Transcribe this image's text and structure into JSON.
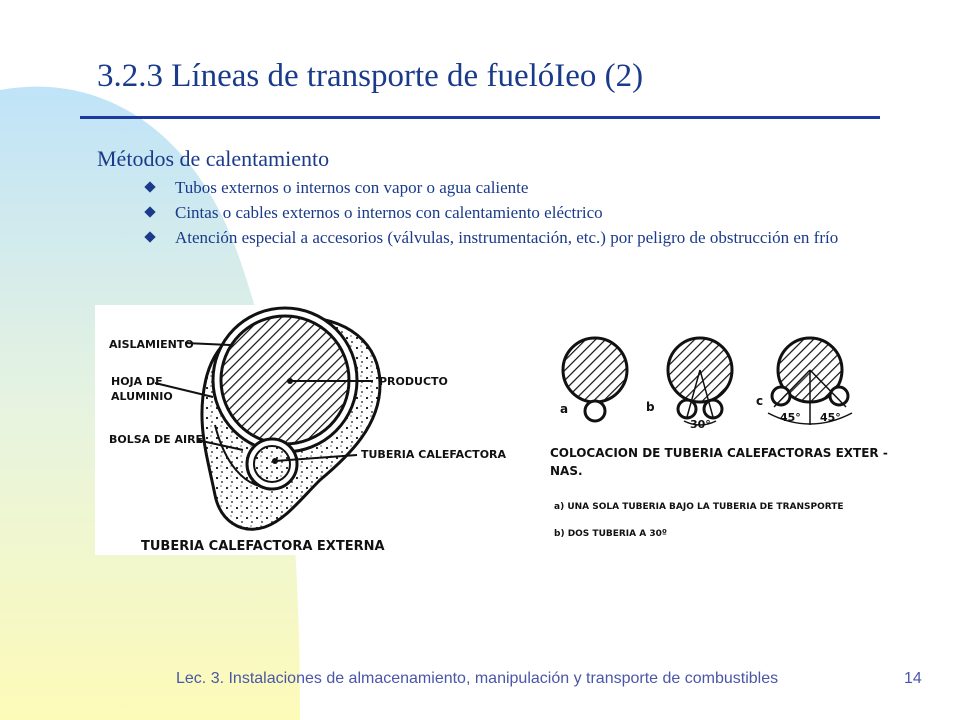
{
  "slide": {
    "title": "3.2.3  Líneas de transporte de fuelóIeo (2)",
    "subtitle": "Métodos de calentamiento",
    "bullets": [
      "Tubos externos o internos con vapor o agua caliente",
      "Cintas o cables externos o internos con calentamiento eléctrico",
      "Atención especial a accesorios (válvulas, instrumentación, etc.) por peligro de obstrucción en frío"
    ],
    "footer": "Lec. 3. Instalaciones de almacenamiento, manipulación y transporte de combustibles",
    "page_number": "14"
  },
  "figure_left": {
    "label_aislamiento": "AISLAMIENTO",
    "label_hoja_1": "HOJA DE",
    "label_hoja_2": "ALUMINIO",
    "label_bolsa": "BOLSA DE AIRE",
    "label_producto": "PRODUCTO",
    "label_tuberia": "TUBERIA CALEFACTORA",
    "caption": "TUBERIA  CALEFACTORA  EXTERNA"
  },
  "figure_right": {
    "label_a": "a",
    "label_b": "b",
    "label_c": "c",
    "angle_b": "30°",
    "angle_c1": "45°",
    "angle_c2": "45°",
    "caption_1": "COLOCACION DE TUBERIA CALEFACTORAS EXTER -",
    "caption_2": "NAS.",
    "note_a": "a)  UNA SOLA TUBERIA BAJO LA TUBERIA DE TRANSPORTE",
    "note_b": "b)  DOS TUBERIA  A 30º"
  },
  "colors": {
    "title": "#1a3a8a",
    "rule": "#1e3a9c",
    "footer": "#4a56a8",
    "background_blob_top": "#bfe3f8",
    "background_blob_bottom": "#fdfbb8"
  }
}
